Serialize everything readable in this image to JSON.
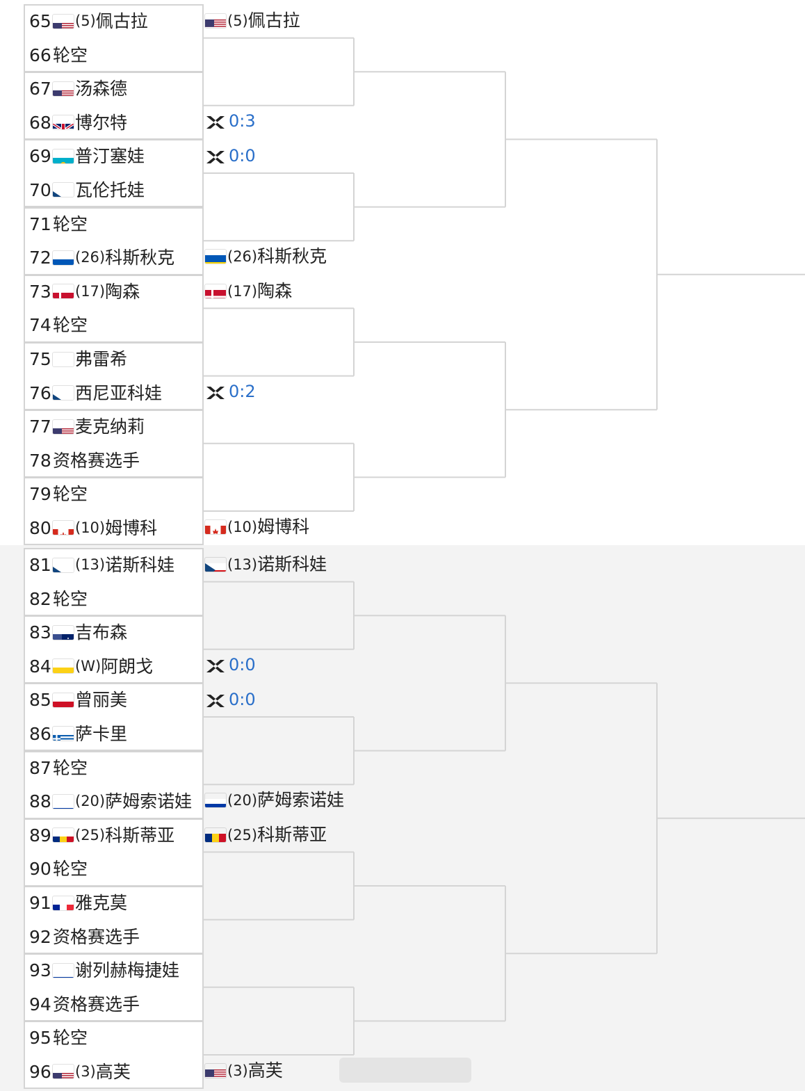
{
  "section1": {
    "round1": [
      {
        "top": {
          "num": "65",
          "flag": "usa",
          "seed": "(5)",
          "name": "佩古拉"
        },
        "bottom": {
          "num": "66",
          "flag": "",
          "seed": "",
          "name": "轮空"
        }
      },
      {
        "top": {
          "num": "67",
          "flag": "usa",
          "seed": "",
          "name": "汤森德"
        },
        "bottom": {
          "num": "68",
          "flag": "gbr",
          "seed": "",
          "name": "博尔特"
        }
      },
      {
        "top": {
          "num": "69",
          "flag": "kaz",
          "seed": "",
          "name": "普汀塞娃"
        },
        "bottom": {
          "num": "70",
          "flag": "cze",
          "seed": "",
          "name": "瓦伦托娃"
        }
      },
      {
        "top": {
          "num": "71",
          "flag": "",
          "seed": "",
          "name": "轮空"
        },
        "bottom": {
          "num": "72",
          "flag": "ukr",
          "seed": "(26)",
          "name": "科斯秋克"
        }
      },
      {
        "top": {
          "num": "73",
          "flag": "den",
          "seed": "(17)",
          "name": "陶森"
        },
        "bottom": {
          "num": "74",
          "flag": "",
          "seed": "",
          "name": "轮空"
        }
      },
      {
        "top": {
          "num": "75",
          "flag": "pol",
          "seed": "",
          "name": "弗雷希"
        },
        "bottom": {
          "num": "76",
          "flag": "cze",
          "seed": "",
          "name": "西尼亚科娃"
        }
      },
      {
        "top": {
          "num": "77",
          "flag": "usa",
          "seed": "",
          "name": "麦克纳莉"
        },
        "bottom": {
          "num": "78",
          "flag": "",
          "seed": "",
          "name": "资格赛选手"
        }
      },
      {
        "top": {
          "num": "79",
          "flag": "",
          "seed": "",
          "name": "轮空"
        },
        "bottom": {
          "num": "80",
          "flag": "can",
          "seed": "(10)",
          "name": "姆博科"
        }
      }
    ],
    "round2": [
      {
        "type": "player",
        "flag": "usa",
        "seed": "(5)",
        "name": "佩古拉"
      },
      {
        "type": "score",
        "score": "0:3"
      },
      {
        "type": "score",
        "score": "0:0"
      },
      {
        "type": "player",
        "flag": "ukr",
        "seed": "(26)",
        "name": "科斯秋克"
      },
      {
        "type": "player",
        "flag": "den",
        "seed": "(17)",
        "name": "陶森"
      },
      {
        "type": "score",
        "score": "0:2"
      },
      {
        "type": "empty"
      },
      {
        "type": "player",
        "flag": "can",
        "seed": "(10)",
        "name": "姆博科"
      }
    ]
  },
  "section2": {
    "round1": [
      {
        "top": {
          "num": "81",
          "flag": "cze",
          "seed": "(13)",
          "name": "诺斯科娃"
        },
        "bottom": {
          "num": "82",
          "flag": "",
          "seed": "",
          "name": "轮空"
        }
      },
      {
        "top": {
          "num": "83",
          "flag": "aus",
          "seed": "",
          "name": "吉布森"
        },
        "bottom": {
          "num": "84",
          "flag": "col",
          "seed": "(W)",
          "name": "阿朗戈"
        }
      },
      {
        "top": {
          "num": "85",
          "flag": "ina",
          "seed": "",
          "name": "曾丽美"
        },
        "bottom": {
          "num": "86",
          "flag": "gre",
          "seed": "",
          "name": "萨卡里"
        }
      },
      {
        "top": {
          "num": "87",
          "flag": "",
          "seed": "",
          "name": "轮空"
        },
        "bottom": {
          "num": "88",
          "flag": "rus",
          "seed": "(20)",
          "name": "萨姆索诺娃"
        }
      },
      {
        "top": {
          "num": "89",
          "flag": "rou",
          "seed": "(25)",
          "name": "科斯蒂亚"
        },
        "bottom": {
          "num": "90",
          "flag": "",
          "seed": "",
          "name": "轮空"
        }
      },
      {
        "top": {
          "num": "91",
          "flag": "fra",
          "seed": "",
          "name": "雅克莫"
        },
        "bottom": {
          "num": "92",
          "flag": "",
          "seed": "",
          "name": "资格赛选手"
        }
      },
      {
        "top": {
          "num": "93",
          "flag": "rus",
          "seed": "",
          "name": "谢列赫梅捷娃"
        },
        "bottom": {
          "num": "94",
          "flag": "",
          "seed": "",
          "name": "资格赛选手"
        }
      },
      {
        "top": {
          "num": "95",
          "flag": "",
          "seed": "",
          "name": "轮空"
        },
        "bottom": {
          "num": "96",
          "flag": "usa",
          "seed": "(3)",
          "name": "高芙"
        }
      }
    ],
    "round2": [
      {
        "type": "player",
        "flag": "cze",
        "seed": "(13)",
        "name": "诺斯科娃"
      },
      {
        "type": "score",
        "score": "0:0"
      },
      {
        "type": "score",
        "score": "0:0"
      },
      {
        "type": "player",
        "flag": "rus",
        "seed": "(20)",
        "name": "萨姆索诺娃"
      },
      {
        "type": "player",
        "flag": "rou",
        "seed": "(25)",
        "name": "科斯蒂亚"
      },
      {
        "type": "empty"
      },
      {
        "type": "empty"
      },
      {
        "type": "player",
        "flag": "usa",
        "seed": "(3)",
        "name": "高芙"
      }
    ]
  },
  "colors": {
    "score": "#2a6fc9",
    "line": "#d4d4d4"
  }
}
